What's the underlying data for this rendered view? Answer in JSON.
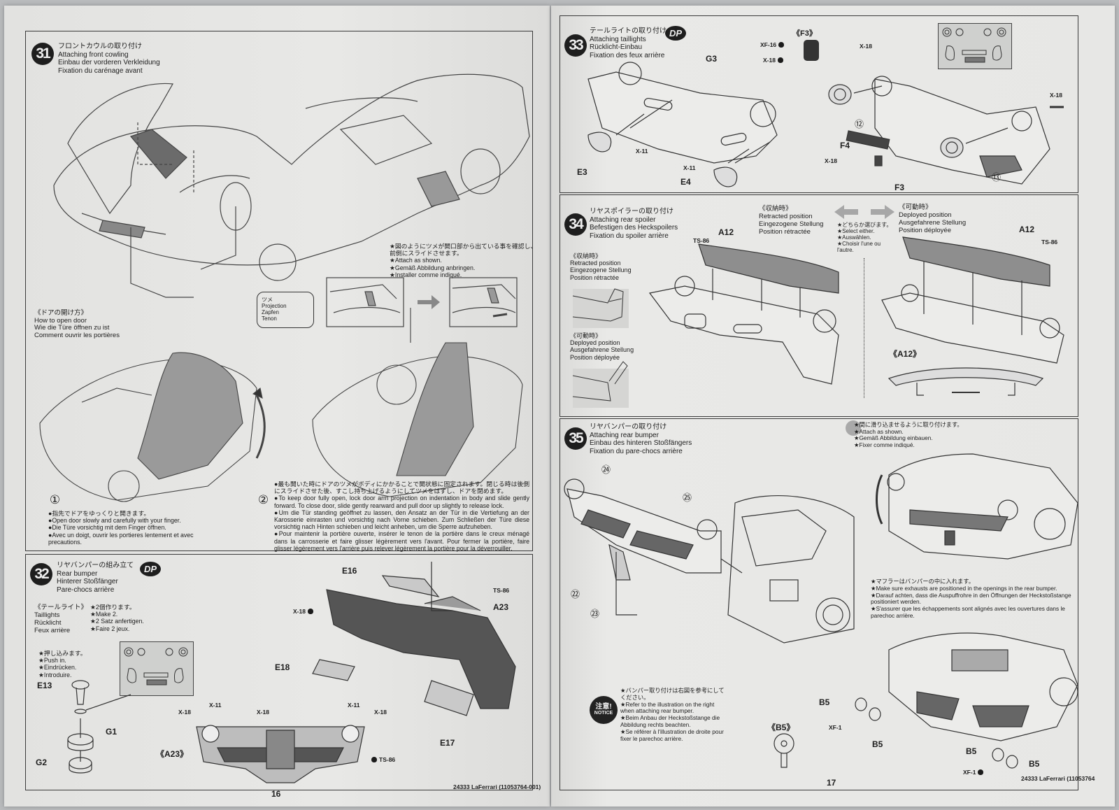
{
  "pages": {
    "left_number": "16",
    "right_number": "17",
    "footer_left": "24333  LaFerrari (11053764-001)",
    "footer_right": "24333  LaFerrari (11053764"
  },
  "step31": {
    "number": "31",
    "title_ja": "フロントカウルの取り付け",
    "title_en": "Attaching front cowling",
    "title_de": "Einbau der vorderen Verkleidung",
    "title_fr": "Fixation du carénage avant",
    "attach_note": [
      "★図のようにツメが開口部から出ている事を確認し、",
      "前側にスライドさせます。",
      "★Attach as shown.",
      "★Gemäß Abbildung anbringen.",
      "★Installer comme indiqué."
    ],
    "projection_label": [
      "ツメ",
      "Projection",
      "Zapfen",
      "Tenon"
    ],
    "door_heading": [
      "《ドアの開け方》",
      "How to open door",
      "Wie die Türe öffnen zu ist",
      "Comment ouvrir les portières"
    ],
    "sub1_number": "①",
    "sub1_text": [
      "●指先でドアをゆっくりと開きます。",
      "●Open door slowly and carefully with your finger.",
      "●Die Türe vorsichtig mit dem Finger öffnen.",
      "●Avec un doigt, ouvrir les portieres lentement et avec precautions."
    ],
    "sub2_number": "②",
    "sub2_text": [
      "●最も開いた時にドアのツメがボディにかかることで開状態に固定されます。閉じる時は後側にスライドさせた後、すこし持ち上げるようにしてツメをはずし、ドアを閉めます。",
      "●To keep door fully open, lock door arm projection on indentation in body and slide gently forward. To close door, slide gently rearward and pull door up slightly to release lock.",
      "●Um die Tür standing geöffnet zu lassen, den Ansatz an der Tür in die Vertiefung an der Karosserie einrasten und vorsichtig nach Vorne schieben. Zum Schließen der Türe diese vorsichtig nach Hinten schieben und leicht anheben, um die Sperre aufzuheben.",
      "●Pour maintenir la portière ouverte, insérer le tenon de la portière dans le creux ménagé dans la carrosserie et faire glisser légèrement vers l'avant. Pour fermer la portière, faire glisser légèrement vers l'arrière puis relever légèrement la portière pour la déverrouiller."
    ]
  },
  "step32": {
    "number": "32",
    "badge": "DP",
    "title_ja": "リヤバンパーの組み立て",
    "title_en": "Rear bumper",
    "title_de": "Hinterer Stoßfänger",
    "title_fr": "Pare-chocs arrière",
    "taillights_heading": [
      "《テールライト》",
      "Taillights",
      "Rücklicht",
      "Feux arrière"
    ],
    "make2": [
      "★2個作ります。",
      "★Make 2.",
      "★2 Satz anfertigen.",
      "★Faire 2 jeux."
    ],
    "push_in": [
      "★押し込みます。",
      "★Push in.",
      "★Eindrücken.",
      "★Introduire."
    ],
    "parts": {
      "e13": "E13",
      "g1": "G1",
      "g2": "G2",
      "e16": "E16",
      "e18": "E18",
      "e17": "E17",
      "a23": "A23",
      "a23_detail": "《A23》"
    },
    "paints": {
      "x18": "X-18",
      "x11": "X-11",
      "ts86": "TS-86"
    }
  },
  "step33": {
    "number": "33",
    "badge": "DP",
    "title_ja": "テールライトの取り付け",
    "title_en": "Attaching taillights",
    "title_de": "Rücklicht-Einbau",
    "title_fr": "Fixation des feux arrière",
    "f3_detail": "《F3》",
    "parts": {
      "g3": "G3",
      "e3": "E3",
      "e4": "E4",
      "f4": "F4",
      "f3": "F3"
    },
    "paints": {
      "xf16": "XF-16",
      "x18": "X-18",
      "x11": "X-11"
    },
    "decal_refs": [
      "⑫",
      "⑬"
    ]
  },
  "step34": {
    "number": "34",
    "title_ja": "リヤスポイラーの取り付け",
    "title_en": "Attaching rear spoiler",
    "title_de": "Befestigen des Heckspoilers",
    "title_fr": "Fixation du spoiler arrière",
    "retracted": [
      "《収納時》",
      "Retracted position",
      "Eingezogene Stellung",
      "Position rétractée"
    ],
    "deployed": [
      "《可動時》",
      "Deployed position",
      "Ausgefahrene Stellung",
      "Position déployée"
    ],
    "select_either": [
      "★どちらか選びます。",
      "★Select either.",
      "★Auswählen.",
      "★Choisir l'une ou",
      "l'autre."
    ],
    "parts": {
      "a12": "A12",
      "a12_detail": "《A12》"
    },
    "paints": {
      "ts86": "TS-86"
    }
  },
  "step35": {
    "number": "35",
    "title_ja": "リヤバンパーの取り付け",
    "title_en": "Attaching rear bumper",
    "title_de": "Einbau des hinteren Stoßfängers",
    "title_fr": "Fixation du pare-chocs arrière",
    "slide_note": [
      "★間に滑り込ませるように取り付けます。",
      "★Attach as shown.",
      "★Gemäß Abbildung einbauen.",
      "★Fixer comme indiqué."
    ],
    "exhaust_note": [
      "★マフラーはバンパーの中に入れます。",
      "★Make sure exhausts are positioned in the openings in the rear bumper.",
      "★Darauf achten, dass die Auspuffrohre in den Öffnungen der Heckstoßstange positioniert werden.",
      "★S'assurer que les échappements sont alignés avec les ouvertures dans le parechoc arrière."
    ],
    "notice_badge": [
      "注意!",
      "NOTICE"
    ],
    "notice_text": [
      "★バンパー取り付けは右図を参考にしてください。",
      "★Refer to the illustration on the right when attaching rear bumper.",
      "★Beim Anbau der Heckstoßstange die Abbildung rechts beachten.",
      "★Se référer à l'illustration de droite pour fixer le parechoc arrière."
    ],
    "decal_refs": [
      "㉔",
      "㉕",
      "㉒",
      "㉓"
    ],
    "parts": {
      "b5": "B5",
      "b5_detail": "《B5》"
    },
    "paints": {
      "xf1": "XF-1"
    }
  }
}
